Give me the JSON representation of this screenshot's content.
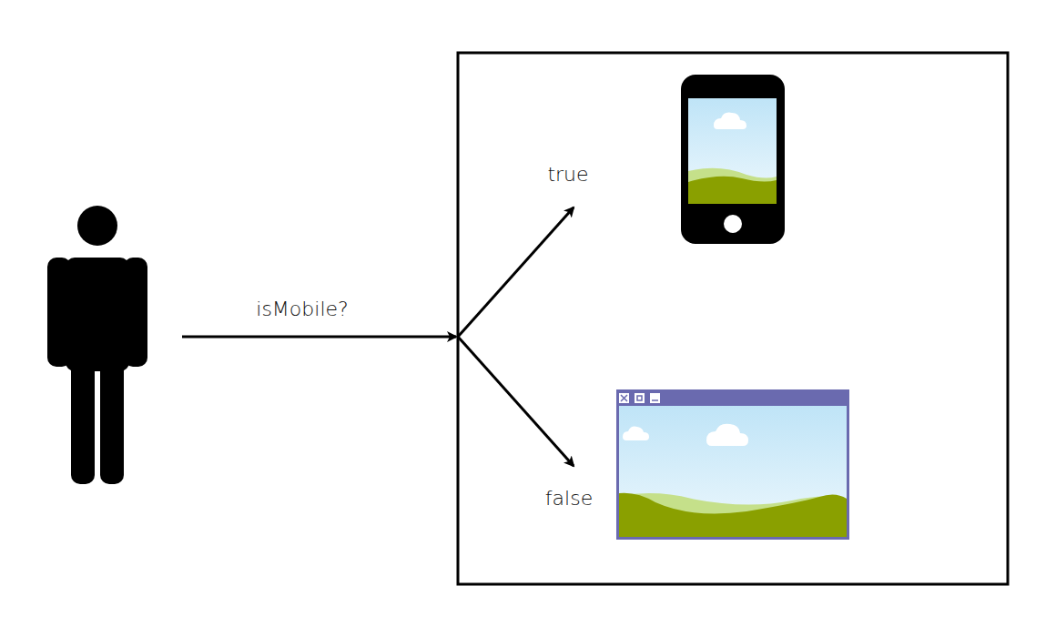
{
  "diagram": {
    "labels": [
      "isMobile?",
      "true",
      "false"
    ]
  }
}
